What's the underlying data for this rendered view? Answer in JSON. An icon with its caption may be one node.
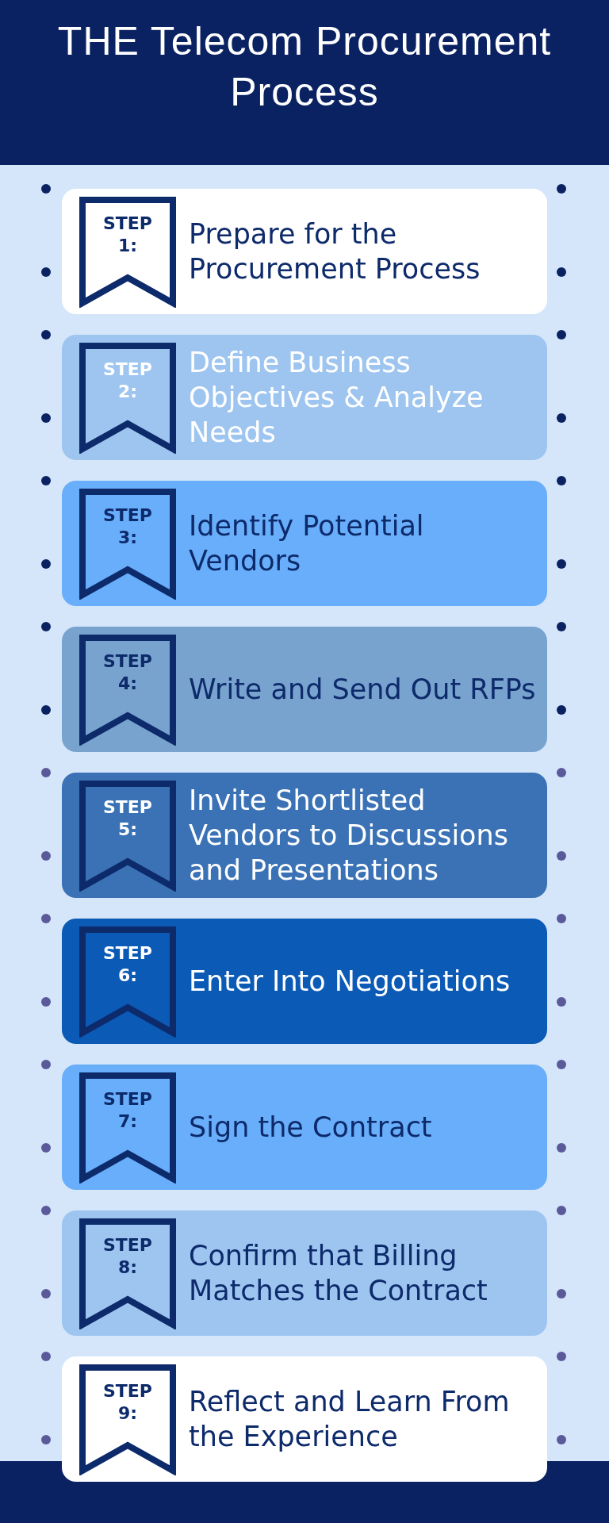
{
  "diagram": {
    "title": "THE Telecom Procurement Process",
    "nodes": [
      {
        "text": [
          "STEP 1:",
          "Prepare for the Procurement Process"
        ]
      },
      {
        "text": [
          "STEP 2:",
          "Define Business Objectives & Analyze Needs"
        ]
      },
      {
        "text": [
          "STEP 3:",
          "Identify Potential Vendors"
        ]
      },
      {
        "text": [
          "STEP 4:",
          "Write and Send Out RFPs"
        ]
      },
      {
        "text": [
          "STEP 5:",
          "Invite Shortlisted Vendors to Discussions and Presentations"
        ]
      },
      {
        "text": [
          "STEP 6:",
          "Enter Into Negotiations"
        ]
      },
      {
        "text": [
          "STEP 7:",
          "Sign the Contract"
        ]
      },
      {
        "text": [
          "STEP 8:",
          "Confirm that Billing Matches the Contract"
        ]
      },
      {
        "text": [
          "STEP 9:",
          "Reflect and Learn From the Experience"
        ]
      }
    ],
    "edges": []
  }
}
